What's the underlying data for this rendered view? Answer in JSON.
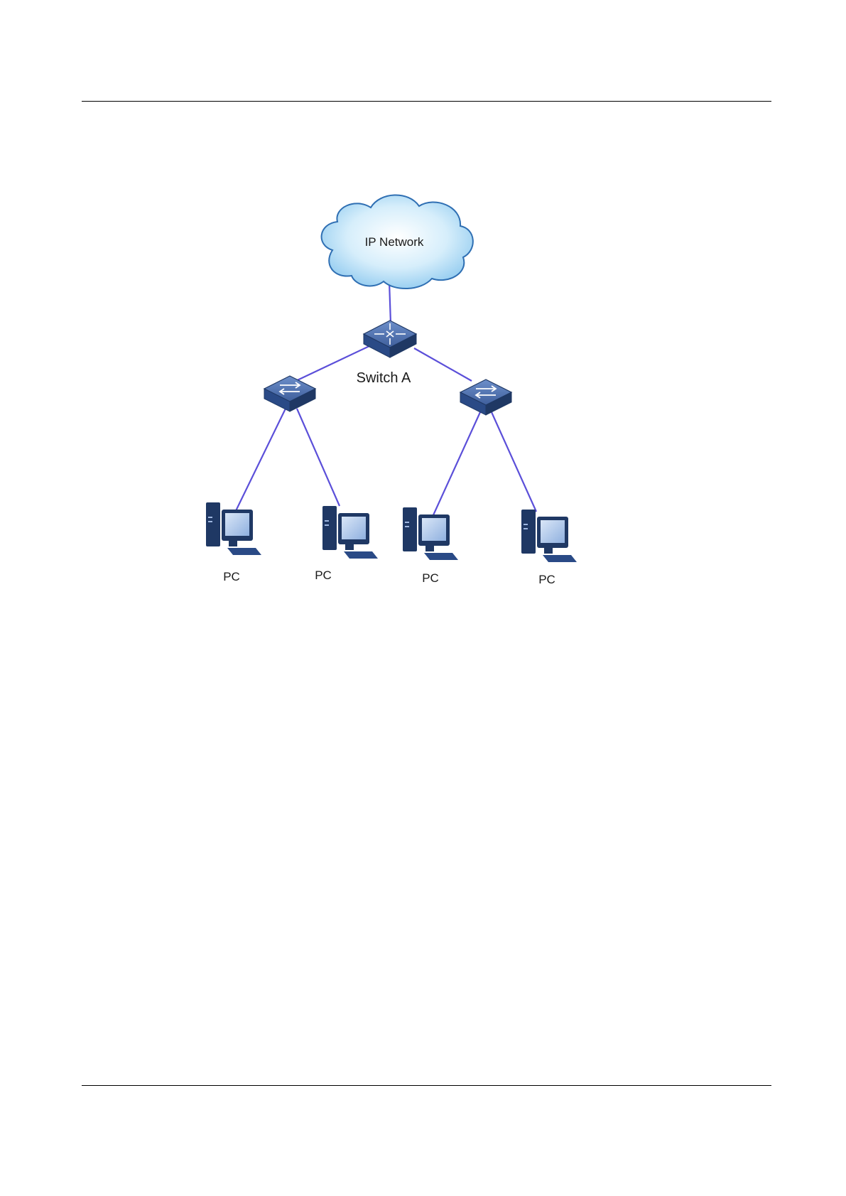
{
  "diagram": {
    "cloud": {
      "label": "IP Network"
    },
    "core_switch": {
      "label": "Switch A"
    },
    "pcs": [
      {
        "label": "PC"
      },
      {
        "label": "PC"
      },
      {
        "label": "PC"
      },
      {
        "label": "PC"
      }
    ],
    "colors": {
      "link": "#5b4fd9",
      "cloud_fill": "#bfe3f8",
      "cloud_stroke": "#2f6fb3",
      "device_dark": "#1f3864",
      "device_light": "#4c73b4"
    }
  }
}
